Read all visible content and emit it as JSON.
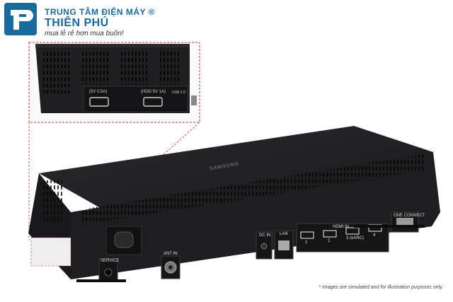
{
  "brand": {
    "line1": "TRUNG TÂM ĐIỆN MÁY ®",
    "line2": "THIÊN PHÚ",
    "tagline": "mua lẻ rẻ hơn mua buôn!"
  },
  "product": {
    "device_logo": "SAMSUNG",
    "zoom_ports": {
      "port1": "(5V 0.5A)",
      "port2": "(HDD 5V 1A)",
      "usb_label": "USB 2.0"
    },
    "rear_ports": {
      "service": "SERVICE",
      "ant": "ANT IN",
      "dc": "DC IN",
      "lan": "LAN",
      "hdmi_group": "HDMI IN",
      "hdmi1": "1",
      "hdmi2": "2",
      "hdmi3": "3 (eARC)",
      "hdmi4": "4",
      "one_connect": "ONE CONNECT"
    }
  },
  "disclaimer": "* Images are simulated and for illustration purposes only.",
  "colors": {
    "brand_blue": "#1a6a9b",
    "device_body": "#1e1e20",
    "callout_red": "#c0392b"
  }
}
